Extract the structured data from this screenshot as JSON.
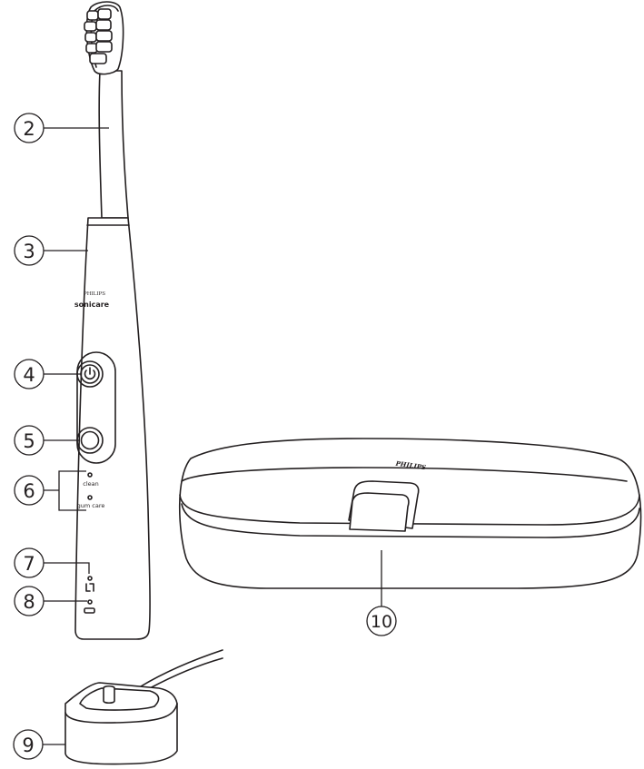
{
  "handle_branding": {
    "brand": "PHILIPS",
    "product": "sonicare"
  },
  "mode_labels": {
    "clean": "clean",
    "gum_care": "gum care"
  },
  "case_branding": "PHILIPS",
  "callouts": [
    {
      "number": "2",
      "part": "brush-head"
    },
    {
      "number": "3",
      "part": "handle"
    },
    {
      "number": "4",
      "part": "power-button"
    },
    {
      "number": "5",
      "part": "mode-button"
    },
    {
      "number": "6",
      "part": "mode-lights"
    },
    {
      "number": "7",
      "part": "brush-head-replacement-reminder"
    },
    {
      "number": "8",
      "part": "battery-indicator"
    },
    {
      "number": "9",
      "part": "charger"
    },
    {
      "number": "10",
      "part": "travel-case"
    }
  ]
}
